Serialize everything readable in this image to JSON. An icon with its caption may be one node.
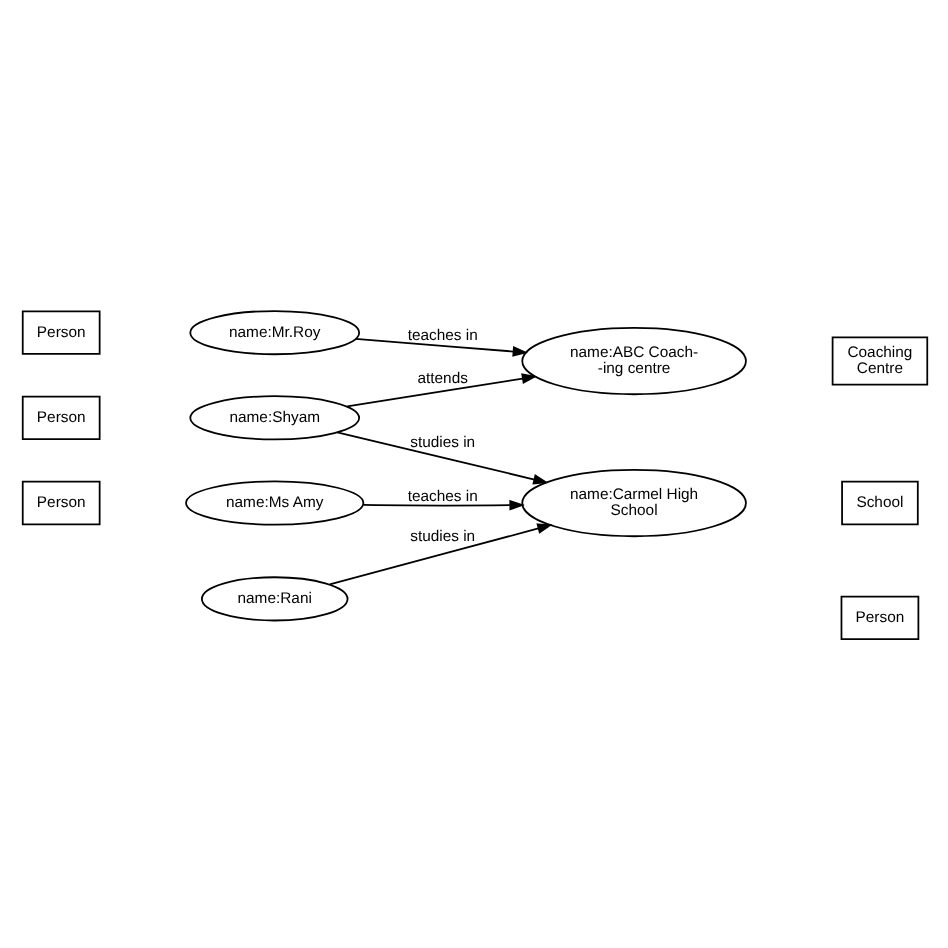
{
  "diagram": {
    "nodes": [
      {
        "text": [
          "Person"
        ]
      },
      {
        "text": [
          "School"
        ]
      },
      {
        "text": [
          "name:Ms Amy"
        ]
      },
      {
        "text": [
          "name:Carmel High School"
        ]
      },
      {
        "text": [
          "name:Shyam"
        ]
      },
      {
        "text": [
          "name:Rani"
        ]
      },
      {
        "text": [
          "Person"
        ]
      },
      {
        "text": [
          "Person"
        ]
      },
      {
        "text": [
          "name:Mr.Roy"
        ]
      },
      {
        "text": [
          "name:ABC Coach- -ing centre"
        ]
      },
      {
        "text": [
          "Person"
        ]
      },
      {
        "text": [
          "Coaching Centre"
        ]
      }
    ],
    "edges": [
      {
        "from": 2,
        "to": 3,
        "arrow": "to",
        "label": "teaches in"
      },
      {
        "from": 4,
        "to": 3,
        "arrow": "to",
        "label": "studies in"
      },
      {
        "from": 5,
        "to": 3,
        "arrow": "to",
        "label": "studies in"
      },
      {
        "from": 4,
        "to": 9,
        "arrow": "to",
        "label": "attends"
      },
      {
        "from": 8,
        "to": 9,
        "arrow": "to",
        "label": "teaches in"
      }
    ]
  }
}
